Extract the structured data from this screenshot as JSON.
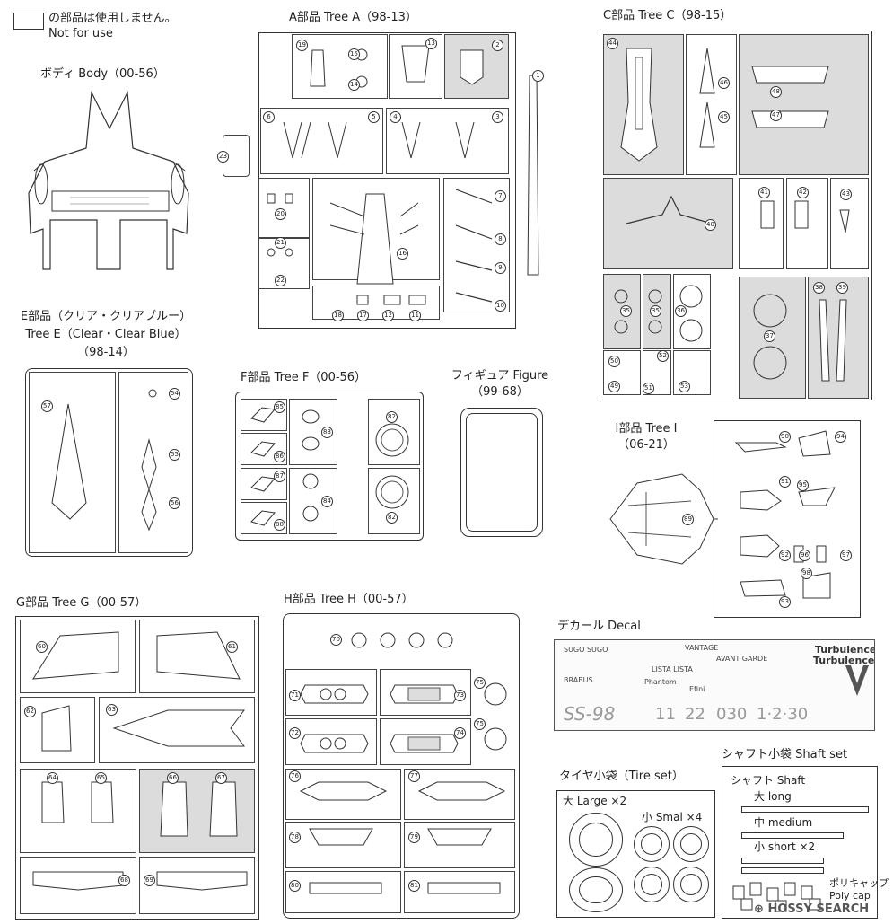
{
  "legend": {
    "line1": "の部品は使用しません。",
    "line2": "Not for use",
    "swatch_color": "#d8d8d8"
  },
  "body": {
    "title": "ボディ Body（00-56）"
  },
  "treeA": {
    "title": "A部品 Tree A（98-13）",
    "parts": [
      "19",
      "15",
      "14",
      "13",
      "2",
      "1",
      "6",
      "5",
      "4",
      "3",
      "23",
      "20",
      "21",
      "22",
      "16",
      "7",
      "8",
      "9",
      "10",
      "18",
      "17",
      "12",
      "11"
    ]
  },
  "treeC": {
    "title": "C部品 Tree C（98-15）",
    "parts": [
      "44",
      "46",
      "45",
      "48",
      "47",
      "40",
      "41",
      "42",
      "43",
      "35",
      "35",
      "36",
      "37",
      "38",
      "39",
      "50",
      "52",
      "49",
      "51",
      "53"
    ]
  },
  "treeE": {
    "title1": "E部品（クリア・クリアブルー）",
    "title2": "Tree E（Clear・Clear Blue）",
    "title3": "（98-14）",
    "parts": [
      "57",
      "54",
      "55",
      "56"
    ]
  },
  "treeF": {
    "title": "F部品 Tree F（00-56）",
    "parts": [
      "85",
      "83",
      "82",
      "86",
      "87",
      "84",
      "88",
      "82"
    ]
  },
  "figure": {
    "title1": "フィギュア Figure",
    "title2": "（99-68）"
  },
  "treeI": {
    "title1": "I部品 Tree I",
    "title2": "（06-21）",
    "parts": [
      "90",
      "94",
      "91",
      "95",
      "89",
      "92",
      "96",
      "97",
      "93",
      "98"
    ]
  },
  "treeG": {
    "title": "G部品 Tree G（00-57）",
    "parts": [
      "60",
      "61",
      "62",
      "63",
      "64",
      "65",
      "66",
      "67",
      "68",
      "69"
    ]
  },
  "treeH": {
    "title": "H部品 Tree H（00-57）",
    "parts": [
      "70",
      "71",
      "73",
      "75",
      "72",
      "74",
      "75",
      "76",
      "77",
      "78",
      "79",
      "80",
      "81"
    ]
  },
  "decal": {
    "title": "デカール Decal",
    "texts": [
      "SUGO SUGO",
      "VANTAGE",
      "Turbulence",
      "Turbulence",
      "AVANT GARDE",
      "LISTA LISTA",
      "BRABUS",
      "Phantom",
      "Efini",
      "SS-98",
      "11",
      "22",
      "030",
      "1·2·30"
    ]
  },
  "tire": {
    "title": "タイヤ小袋（Tire set）",
    "large": "大 Large ×2",
    "small": "小 Smal ×4"
  },
  "shaft": {
    "title": "シャフト小袋 Shaft set",
    "inner": "シャフト Shaft",
    "long": "大 long",
    "medium": "中 medium",
    "short": "小 short ×2",
    "poly1": "ポリキャップ",
    "poly2": "Poly cap"
  },
  "watermark": {
    "text": "HOSSY SEARCH"
  }
}
